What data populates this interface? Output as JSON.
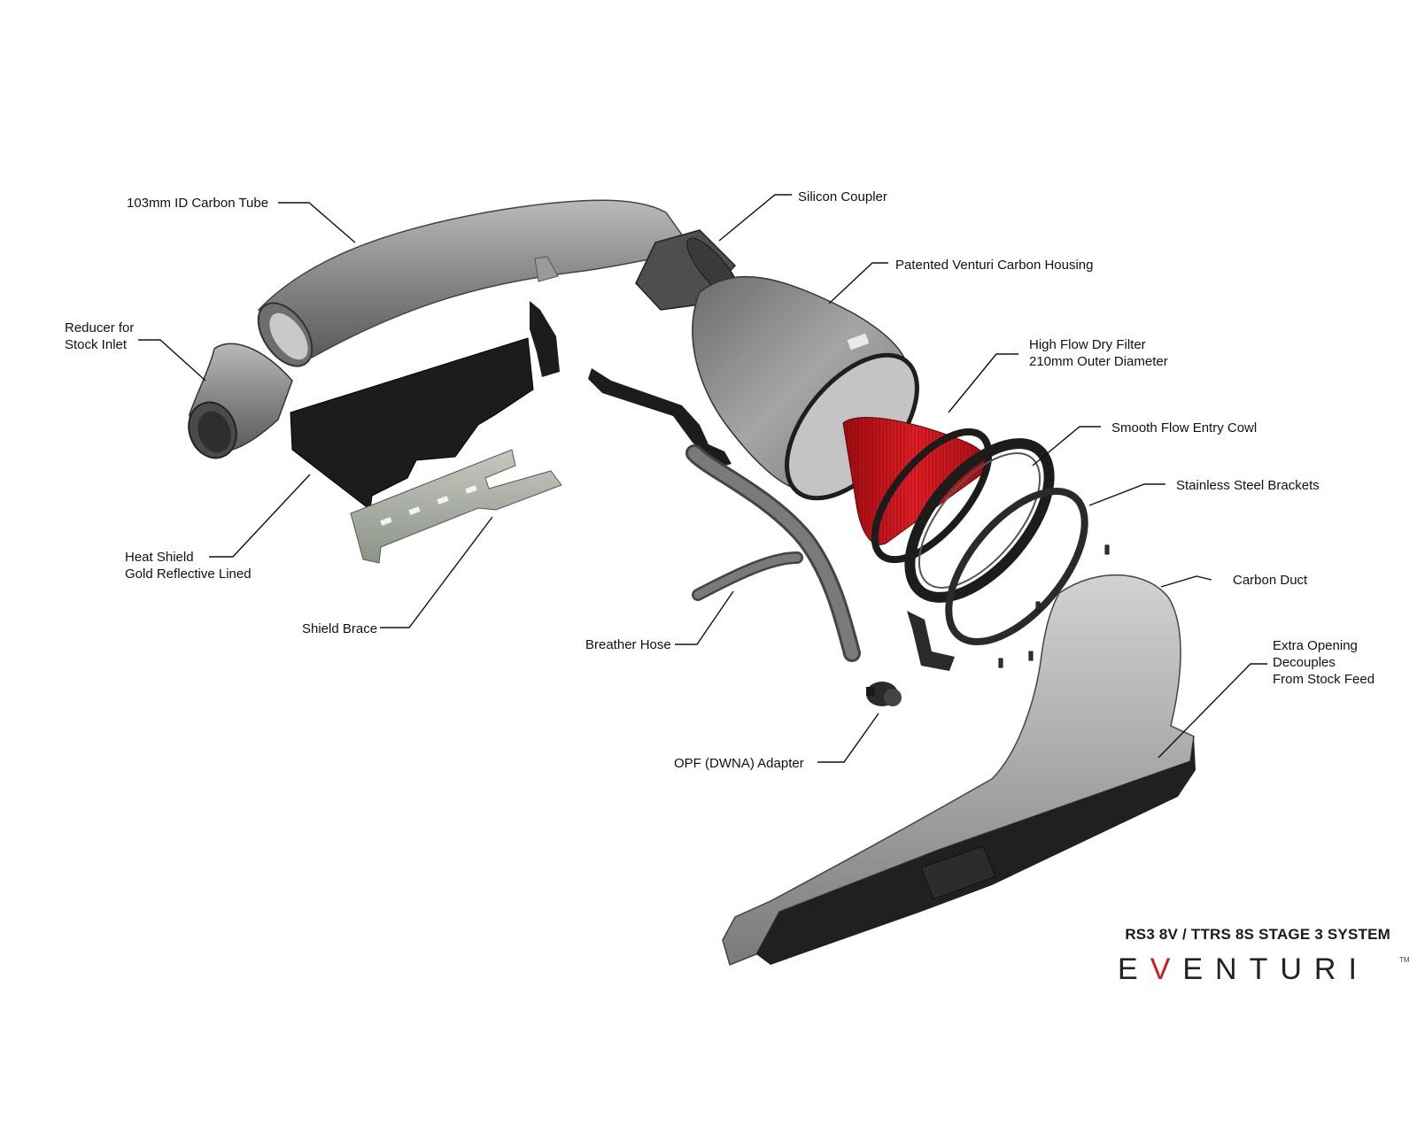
{
  "labels": {
    "carbon_tube": "103mm ID Carbon Tube",
    "silicon_coupler": "Silicon Coupler",
    "venturi_housing": "Patented Venturi Carbon Housing",
    "reducer": [
      "Reducer for",
      "Stock Inlet"
    ],
    "dry_filter": [
      "High Flow Dry Filter",
      "210mm Outer Diameter"
    ],
    "entry_cowl": "Smooth Flow Entry Cowl",
    "steel_brackets": "Stainless Steel Brackets",
    "heat_shield": [
      "Heat Shield",
      "Gold Reflective Lined"
    ],
    "carbon_duct": "Carbon Duct",
    "shield_brace": "Shield Brace",
    "breather_hose": "Breather Hose",
    "extra_opening": [
      "Extra Opening",
      "Decouples",
      "From Stock Feed"
    ],
    "opf_adapter": "OPF (DWNA) Adapter"
  },
  "title": "RS3 8V / TTRS 8S STAGE 3 SYSTEM",
  "brand": {
    "prefix": "E",
    "accent": "V",
    "suffix": "ENTURI",
    "tm": "TM"
  },
  "colors": {
    "accent_red": "#d11a1a",
    "carbon_grey": "#8a8a8a",
    "black_part": "#1c1c1c",
    "filter_red": "#c8141a"
  }
}
